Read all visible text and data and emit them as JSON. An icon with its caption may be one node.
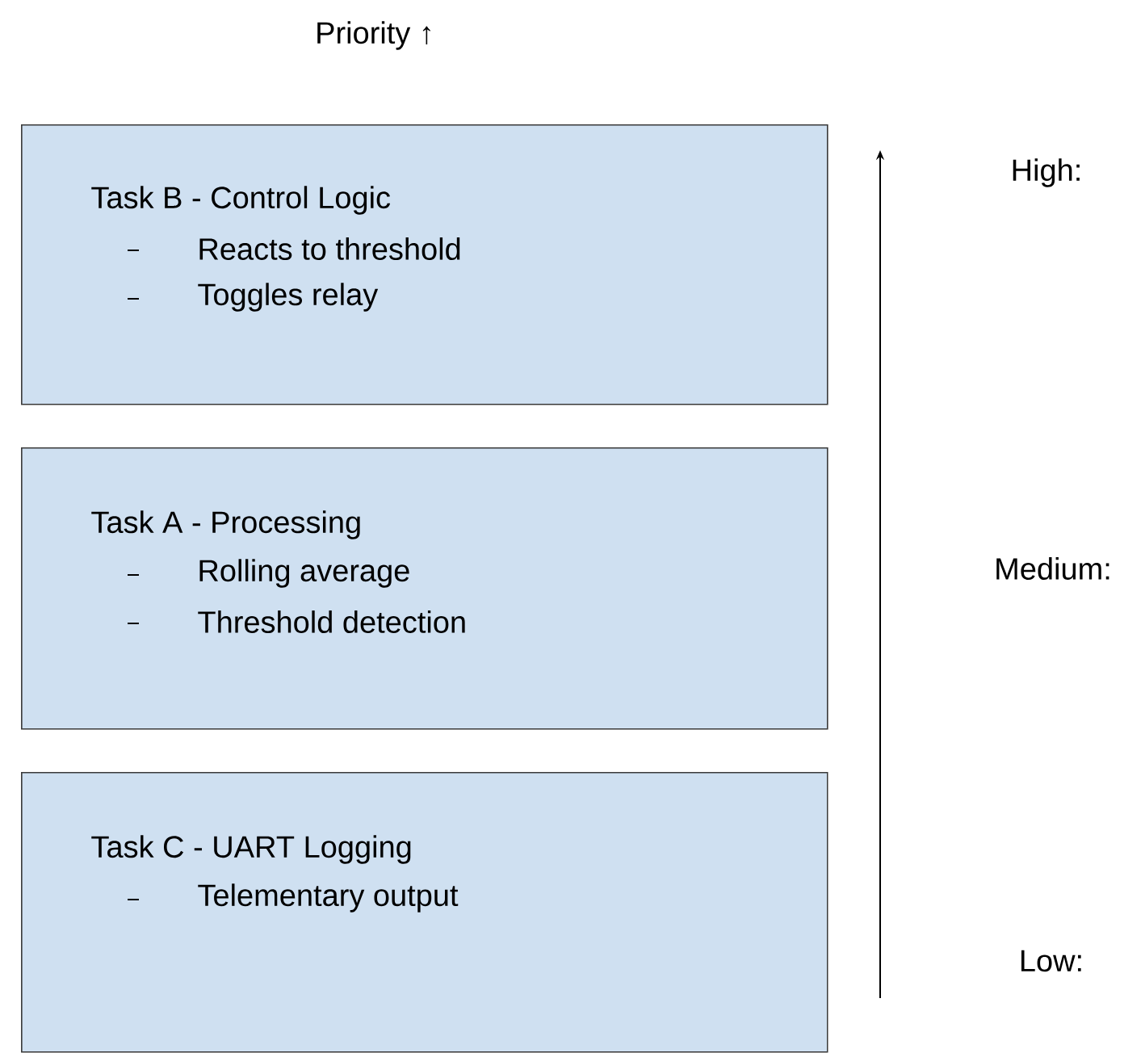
{
  "diagram": {
    "nodes": [
      {
        "text": [
          "Task B - Control Logic",
          "Reacts to threshold",
          "Toggles relay"
        ]
      },
      {
        "text": [
          "Task A - Processing",
          "Rolling average",
          "Threshold detection"
        ]
      },
      {
        "text": [
          "Task C - UART Logging",
          "Telementary output"
        ]
      }
    ],
    "labels": [
      "Priority ↑",
      "High:",
      "Medium:",
      "Low:"
    ]
  }
}
